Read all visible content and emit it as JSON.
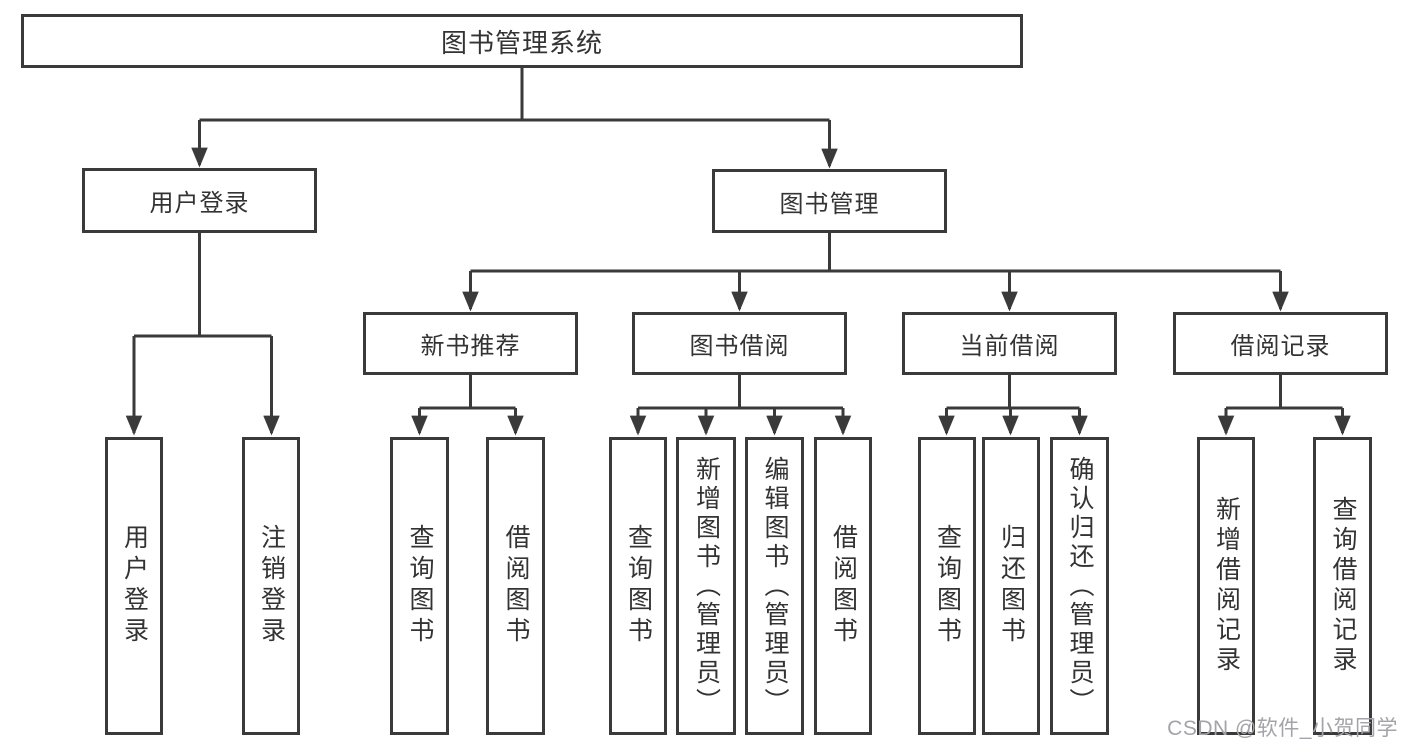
{
  "diagram": {
    "root": {
      "label": "图书管理系统"
    },
    "level2": [
      {
        "label": "用户登录"
      },
      {
        "label": "图书管理"
      }
    ],
    "level3": [
      {
        "label": "新书推荐"
      },
      {
        "label": "图书借阅"
      },
      {
        "label": "当前借阅"
      },
      {
        "label": "借阅记录"
      }
    ],
    "leaves": [
      {
        "label": "用户登录"
      },
      {
        "label": "注销登录"
      },
      {
        "label": "查询图书"
      },
      {
        "label": "借阅图书"
      },
      {
        "label": "查询图书"
      },
      {
        "label": "新增图书（管理员）"
      },
      {
        "label": "编辑图书（管理员）"
      },
      {
        "label": "借阅图书"
      },
      {
        "label": "查询图书"
      },
      {
        "label": "归还图书"
      },
      {
        "label": "确认归还（管理员）"
      },
      {
        "label": "新增借阅记录"
      },
      {
        "label": "查询借阅记录"
      }
    ],
    "watermark": "CSDN @软件_小贺同学",
    "colors": {
      "line": "#3a3a3a",
      "text": "#333333",
      "background": "#ffffff",
      "watermark": "#a3a3a9"
    }
  }
}
